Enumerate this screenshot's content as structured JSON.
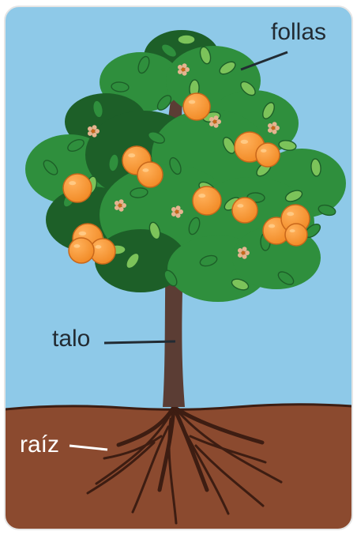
{
  "labels": {
    "foliage": "follas",
    "stem": "talo",
    "root": "raíz"
  },
  "colors": {
    "sky": "#8ec9e8",
    "soil": "#8b4a2f",
    "soil_line": "#3d1d12",
    "trunk": "#5b3d34",
    "trunk_light": "#6e4c41",
    "leaf": "#2f8f3d",
    "leaf_light": "#7cc35a",
    "leaf_dark": "#1d5f28",
    "fruit": "#f28c28",
    "fruit_dark": "#c8671b",
    "flower": "#e6b38f",
    "label_text": "#222b33",
    "root_label_text": "#ffffff",
    "border": "#e5e5e5"
  },
  "icons": {
    "tree": "tree-icon",
    "fruit": "orange-fruit-icon",
    "root": "root-icon"
  }
}
